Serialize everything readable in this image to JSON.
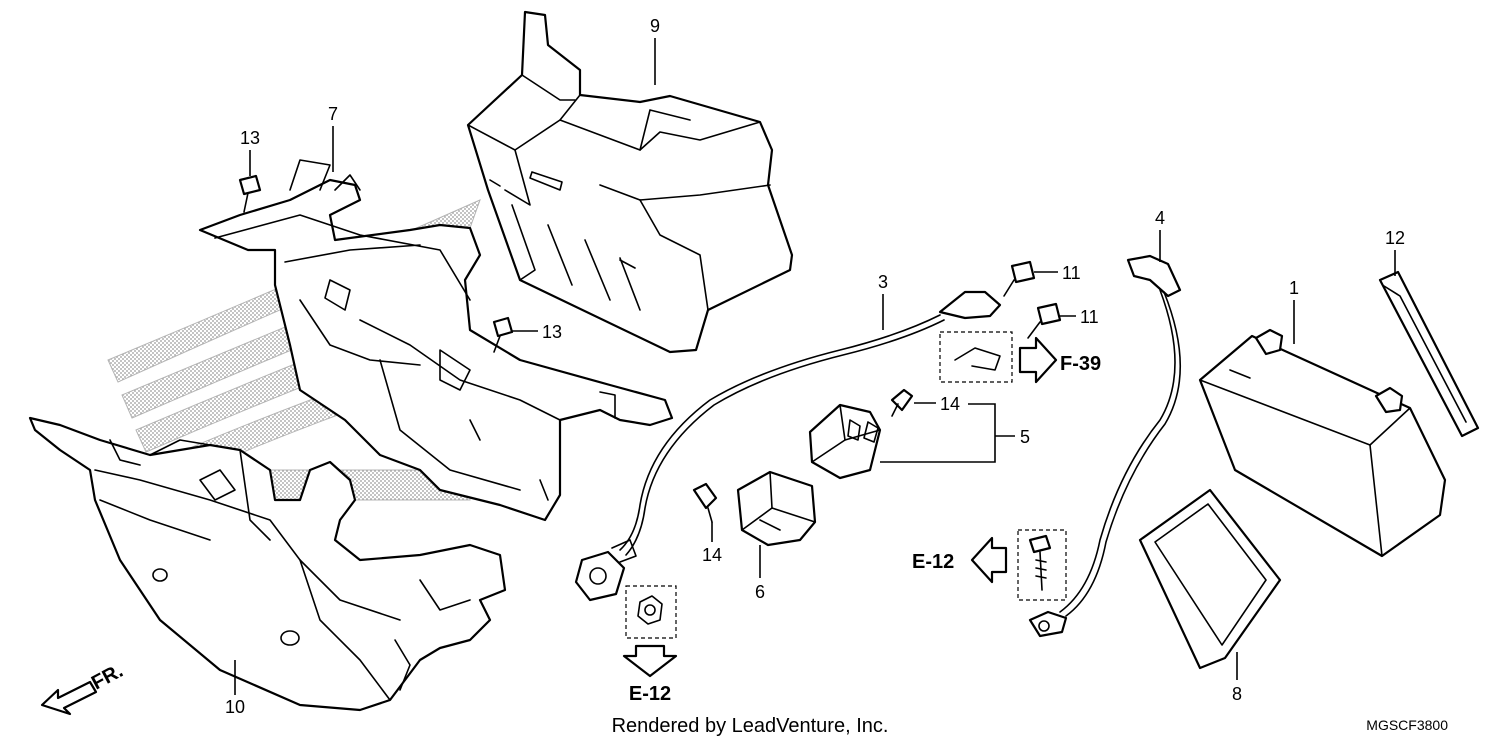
{
  "callouts": [
    {
      "id": "1",
      "label": "1"
    },
    {
      "id": "3",
      "label": "3"
    },
    {
      "id": "4",
      "label": "4"
    },
    {
      "id": "5",
      "label": "5"
    },
    {
      "id": "6",
      "label": "6"
    },
    {
      "id": "7",
      "label": "7"
    },
    {
      "id": "8",
      "label": "8"
    },
    {
      "id": "9",
      "label": "9"
    },
    {
      "id": "10",
      "label": "10"
    },
    {
      "id": "11a",
      "label": "11"
    },
    {
      "id": "11b",
      "label": "11"
    },
    {
      "id": "12",
      "label": "12"
    },
    {
      "id": "13a",
      "label": "13"
    },
    {
      "id": "13b",
      "label": "13"
    },
    {
      "id": "14a",
      "label": "14"
    },
    {
      "id": "14b",
      "label": "14"
    }
  ],
  "references": {
    "f39": "F-39",
    "e12_right": "E-12",
    "e12_bottom": "E-12"
  },
  "direction": "FR.",
  "footer": {
    "credit": "Rendered by LeadVenture, Inc.",
    "code": "MGSCF3800"
  }
}
